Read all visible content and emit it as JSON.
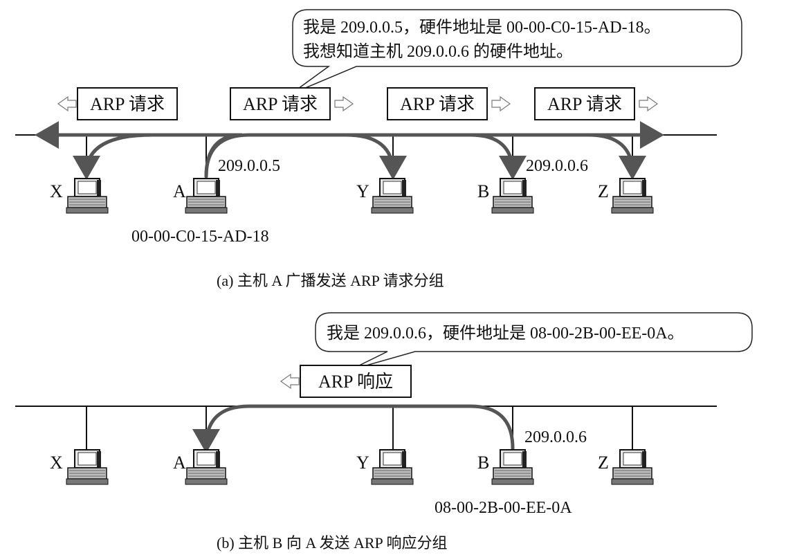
{
  "panel_a": {
    "speech": {
      "line1": "我是 209.0.0.5，硬件地址是 00-00-C0-15-AD-18。",
      "line2": "我想知道主机 209.0.0.6 的硬件地址。"
    },
    "packets": [
      "ARP 请求",
      "ARP 请求",
      "ARP 请求",
      "ARP 请求"
    ],
    "hosts": [
      "X",
      "A",
      "Y",
      "B",
      "Z"
    ],
    "ip_a": "209.0.0.5",
    "ip_b": "209.0.0.6",
    "mac_a": "00-00-C0-15-AD-18",
    "caption": "(a) 主机 A 广播发送 ARP 请求分组"
  },
  "panel_b": {
    "speech": "我是 209.0.0.6，硬件地址是 08-00-2B-00-EE-0A。",
    "packet": "ARP 响应",
    "hosts": [
      "X",
      "A",
      "Y",
      "B",
      "Z"
    ],
    "ip_b": "209.0.0.6",
    "mac_b": "08-00-2B-00-EE-0A",
    "caption": "(b) 主机 B 向 A 发送 ARP 响应分组"
  }
}
